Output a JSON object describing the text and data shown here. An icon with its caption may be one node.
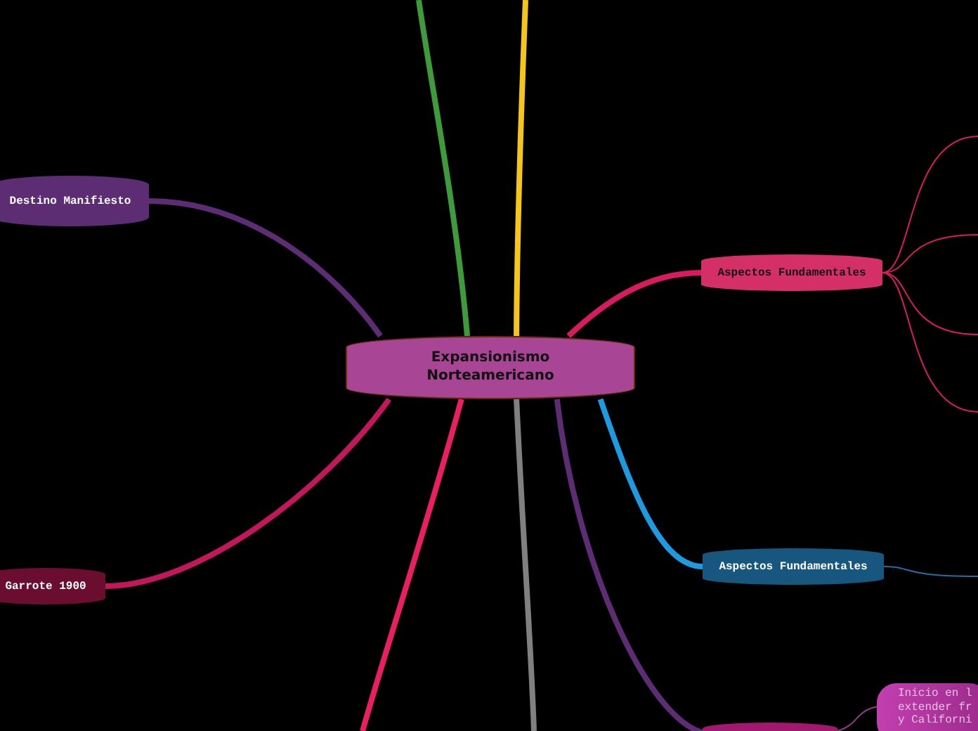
{
  "diagram": {
    "nodes": [
      {
        "text": [
          "Expansionismo Norteamericano"
        ]
      },
      {
        "text": [
          "Destino Manifiesto"
        ]
      },
      {
        "text": [
          "Garrote 1900"
        ]
      },
      {
        "text": [
          "Aspectos Fundamentales"
        ]
      },
      {
        "text": [
          "Aspectos Fundamentales"
        ]
      },
      {
        "text": [],
        "shape": "box"
      },
      {
        "text": [
          "Inicio en l extender fr y Californi"
        ]
      }
    ],
    "edges": [
      {
        "from": 0,
        "to": 1,
        "arrow": "none",
        "color": "#5c2d72"
      },
      {
        "from": 0,
        "to": 2,
        "arrow": "none",
        "color": "#c2185b"
      },
      {
        "from": 0,
        "to": 3,
        "arrow": "none",
        "color": "#d81b60"
      },
      {
        "from": 0,
        "to": 4,
        "arrow": "none",
        "color": "#1e9be0"
      },
      {
        "from": 0,
        "to": 5,
        "arrow": "none",
        "color": "#5c2d72"
      },
      {
        "from": 0,
        "to": null,
        "arrow": "none",
        "color": "#3e9b3a"
      },
      {
        "from": 0,
        "to": null,
        "arrow": "none",
        "color": "#f5c518"
      },
      {
        "from": 0,
        "to": null,
        "arrow": "none",
        "color": "#e91e63"
      },
      {
        "from": 0,
        "to": null,
        "arrow": "none",
        "color": "#808080"
      },
      {
        "from": 3,
        "to": null,
        "arrow": "none",
        "color": "#d81b60"
      },
      {
        "from": 3,
        "to": null,
        "arrow": "none",
        "color": "#d81b60"
      },
      {
        "from": 3,
        "to": null,
        "arrow": "none",
        "color": "#d81b60"
      },
      {
        "from": 3,
        "to": null,
        "arrow": "none",
        "color": "#d81b60"
      },
      {
        "from": 4,
        "to": null,
        "arrow": "none",
        "color": "#1e6fa8"
      },
      {
        "from": 5,
        "to": 6,
        "arrow": "none",
        "color": "#8e3c8e"
      }
    ]
  }
}
